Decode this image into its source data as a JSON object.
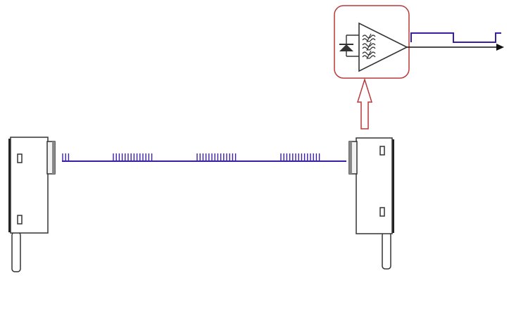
{
  "diagram": {
    "type": "photoelectric-through-beam-sensor",
    "components": [
      {
        "name": "emitter",
        "label": ""
      },
      {
        "name": "receiver",
        "label": ""
      },
      {
        "name": "photodiode-amplifier",
        "label": ""
      }
    ],
    "signals": {
      "modulated_beam": {
        "pulse_bursts": [
          3,
          14,
          14,
          14
        ]
      },
      "output_waveform": {
        "levels": [
          1,
          0,
          1
        ]
      }
    },
    "colors": {
      "signal": "#3c1ea6",
      "amplifier_box": "#b83a3a",
      "outline": "#333333",
      "housing_fill": "#ffffff"
    },
    "icons": [
      "photodiode-icon",
      "filter-icon",
      "amplifier-icon",
      "arrow-up-icon"
    ]
  }
}
